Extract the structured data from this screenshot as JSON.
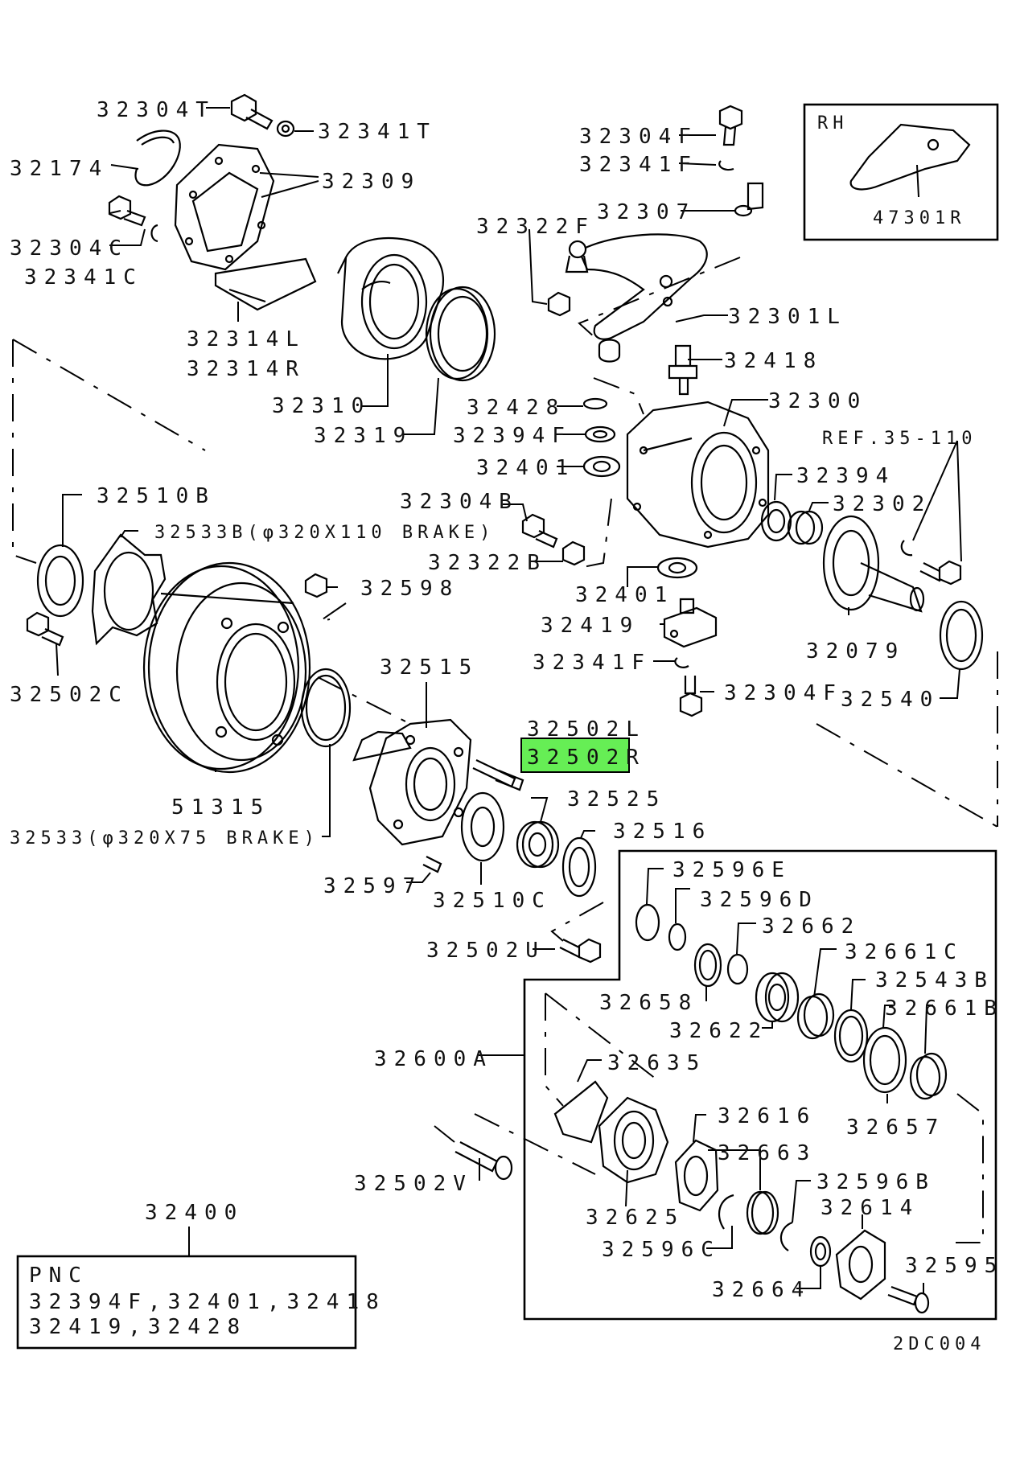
{
  "diagram_code": "2DC004",
  "labels": {
    "l32304T": "32304T",
    "l32341T": "32341T",
    "l32174": "32174",
    "l32309": "32309",
    "l32304C": "32304C",
    "l32341C": "32341C",
    "l32314L": "32314L",
    "l32314R": "32314R",
    "l32310": "32310",
    "l32319": "32319",
    "l32304F_top": "32304F",
    "l32341F_top": "32341F",
    "l32307": "32307",
    "l32322F": "32322F",
    "l32301L": "32301L",
    "l32418": "32418",
    "l32428": "32428",
    "l32394F": "32394F",
    "l32401_a": "32401",
    "l32300": "32300",
    "lREF": "REF.35-110",
    "l32394": "32394",
    "l32302": "32302",
    "l32304B": "32304B",
    "l32322B": "32322B",
    "l32401_b": "32401",
    "l32419": "32419",
    "l32341F_b": "32341F",
    "l32304F_b": "32304F",
    "l32079": "32079",
    "l32540": "32540",
    "l32510B": "32510B",
    "l32533B": "32533B(φ320X110 BRAKE)",
    "l32598": "32598",
    "l32502C": "32502C",
    "l32515": "32515",
    "l32502L": "32502L",
    "l32502R": "32502R",
    "l51315": "51315",
    "l32533": "32533(φ320X75 BRAKE)",
    "l32525": "32525",
    "l32516": "32516",
    "l32597": "32597",
    "l32510C": "32510C",
    "l32502U": "32502U",
    "l32596E": "32596E",
    "l32596D": "32596D",
    "l32662": "32662",
    "l32661C": "32661C",
    "l32543B": "32543B",
    "l32661B": "32661B",
    "l32658": "32658",
    "l32622": "32622",
    "l32600A": "32600A",
    "l32635": "32635",
    "l32657": "32657",
    "l32616": "32616",
    "l32663": "32663",
    "l32502V": "32502V",
    "l32596B": "32596B",
    "l32614": "32614",
    "l32625": "32625",
    "l32596C": "32596C",
    "l32595": "32595",
    "l32664": "32664",
    "l32400": "32400"
  },
  "rh_box": {
    "title": "RH",
    "part": "47301R"
  },
  "pnc_box": {
    "title": "PNC",
    "line1": "32394F,32401,32418",
    "line2": "32419,32428"
  },
  "highlight": {
    "part": "32502R",
    "color": "#66ee55"
  }
}
